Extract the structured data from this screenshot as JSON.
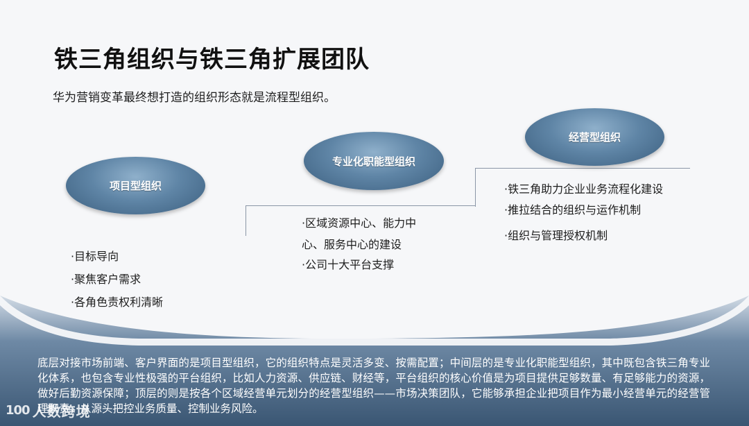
{
  "title": "铁三角组织与铁三角扩展团队",
  "subtitle": "华为营销变革最终想打造的组织形态就是流程型组织。",
  "ellipses": {
    "project": "项目型组织",
    "professional": "专业化职能型组织",
    "operating": "经营型组织"
  },
  "bullets": {
    "project": [
      "·目标导向",
      "·聚焦客户需求",
      "·各角色责权利清晰"
    ],
    "professional": [
      "·区域资源中心、能力中",
      "心、服务中心的建设",
      "·公司十大平台支撑"
    ],
    "operating": [
      "·铁三角助力企业业务流程化建设",
      "·推拉结合的组织与运作机制",
      "·组织与管理授权机制"
    ]
  },
  "bottom_text": "底层对接市场前端、客户界面的是项目型组织，它的组织特点是灵活多变、按需配置；中间层的是专业化职能型组织，其中既包含铁三角专业化体系，也包含专业性极强的平台组织，比如人力资源、供应链、财经等，平台组织的核心价值是为项目提供足够数量、有足够能力的资源，做好后勤资源保障；顶层的则是按各个区域经营单元划分的经营型组织——市场决策团队，它能够承担企业把项目作为最小经营单元的经营管理职责，从源头把控业务质量、控制业务风险。",
  "watermark": {
    "mark": "100",
    "text": "人数跨境"
  },
  "colors": {
    "ellipse": "#5f85a6",
    "band_dark": "#3e5a76",
    "band_light": "#c7d2de"
  }
}
